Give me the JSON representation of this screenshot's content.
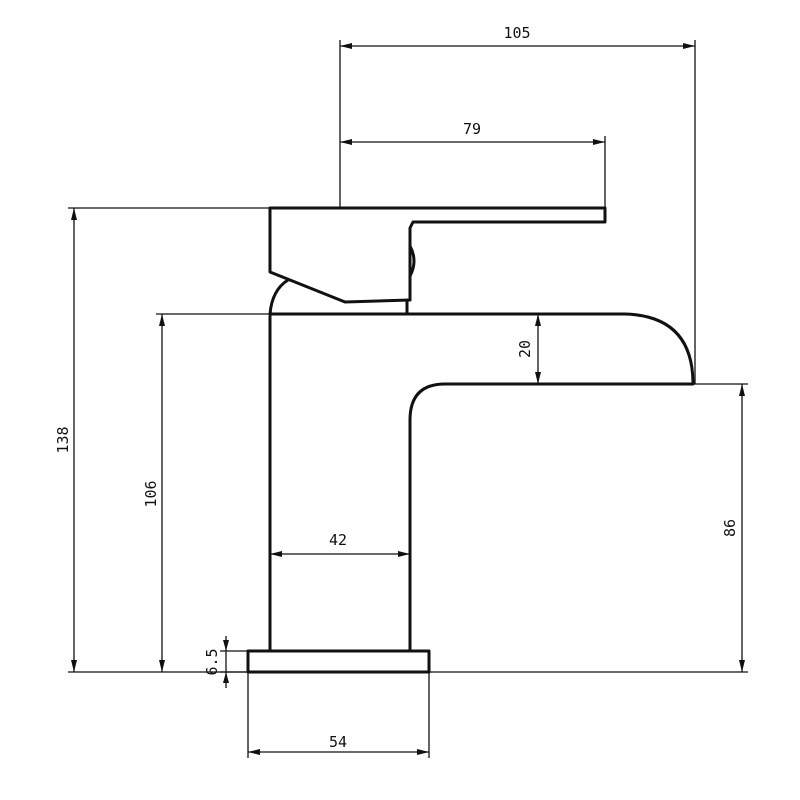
{
  "colors": {
    "line": "#111111",
    "background": "#ffffff"
  },
  "dimensions": {
    "overall_depth": "105",
    "lever_length": "79",
    "overall_height": "138",
    "body_height": "106",
    "spout_height": "86",
    "spout_thickness": "20",
    "body_width": "42",
    "base_thickness": "6.5",
    "base_width": "54"
  }
}
